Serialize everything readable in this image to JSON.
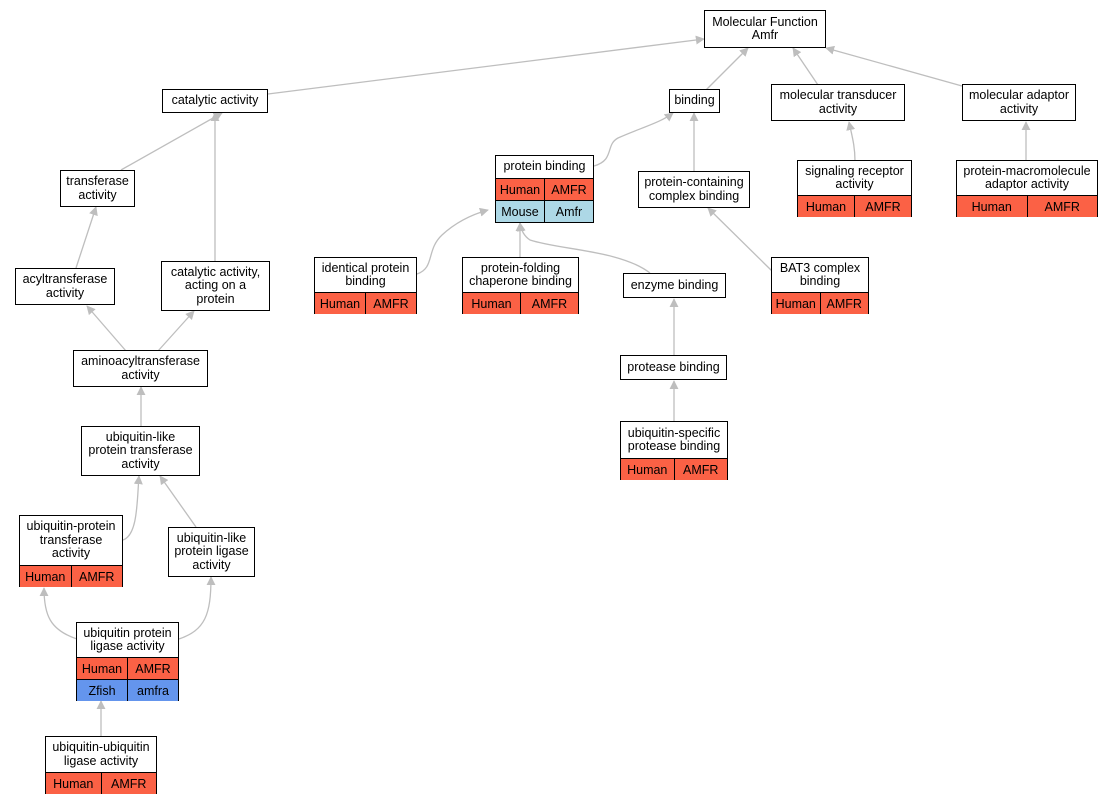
{
  "colors": {
    "human": "#fb6145",
    "mouse": "#add8e6",
    "zfish": "#6495ed",
    "edge": "#bebebe"
  },
  "nodes": {
    "molecular_function": {
      "line1": "Molecular Function",
      "line2": "Amfr"
    },
    "catalytic_activity": {
      "line1": "catalytic activity"
    },
    "binding": {
      "line1": "binding"
    },
    "molecular_transducer": {
      "line1": "molecular transducer",
      "line2": "activity"
    },
    "molecular_adaptor": {
      "line1": "molecular adaptor",
      "line2": "activity"
    },
    "transferase": {
      "line1": "transferase",
      "line2": "activity"
    },
    "protein_binding": {
      "line1": "protein binding",
      "r1a": "Human",
      "r1b": "AMFR",
      "r2a": "Mouse",
      "r2b": "Amfr"
    },
    "protein_containing_complex": {
      "line1": "protein-containing",
      "line2": "complex binding"
    },
    "signaling_receptor": {
      "line1": "signaling receptor",
      "line2": "activity",
      "r1a": "Human",
      "r1b": "AMFR"
    },
    "protein_macromolecule_adaptor": {
      "line1": "protein-macromolecule",
      "line2": "adaptor activity",
      "r1a": "Human",
      "r1b": "AMFR"
    },
    "acyltransferase": {
      "line1": "acyltransferase",
      "line2": "activity"
    },
    "catalytic_on_protein": {
      "line1": "catalytic activity,",
      "line2": "acting on a",
      "line3": "protein"
    },
    "identical_protein": {
      "line1": "identical protein",
      "line2": "binding",
      "r1a": "Human",
      "r1b": "AMFR"
    },
    "protein_folding_chaperone": {
      "line1": "protein-folding",
      "line2": "chaperone binding",
      "r1a": "Human",
      "r1b": "AMFR"
    },
    "enzyme_binding": {
      "line1": "enzyme binding"
    },
    "bat3_complex": {
      "line1": "BAT3 complex",
      "line2": "binding",
      "r1a": "Human",
      "r1b": "AMFR"
    },
    "aminoacyltransferase": {
      "line1": "aminoacyltransferase",
      "line2": "activity"
    },
    "protease_binding": {
      "line1": "protease binding"
    },
    "ubiquitin_like_transferase": {
      "line1": "ubiquitin-like",
      "line2": "protein transferase",
      "line3": "activity"
    },
    "ubiquitin_specific_protease": {
      "line1": "ubiquitin-specific",
      "line2": "protease binding",
      "r1a": "Human",
      "r1b": "AMFR"
    },
    "ubiquitin_protein_transferase": {
      "line1": "ubiquitin-protein",
      "line2": "transferase",
      "line3": "activity",
      "r1a": "Human",
      "r1b": "AMFR"
    },
    "ubiquitin_like_ligase": {
      "line1": "ubiquitin-like",
      "line2": "protein ligase",
      "line3": "activity"
    },
    "ubiquitin_protein_ligase": {
      "line1": "ubiquitin protein",
      "line2": "ligase activity",
      "r1a": "Human",
      "r1b": "AMFR",
      "r2a": "Zfish",
      "r2b": "amfra"
    },
    "ubiquitin_ubiquitin_ligase": {
      "line1": "ubiquitin-ubiquitin",
      "line2": "ligase activity",
      "r1a": "Human",
      "r1b": "AMFR"
    }
  }
}
